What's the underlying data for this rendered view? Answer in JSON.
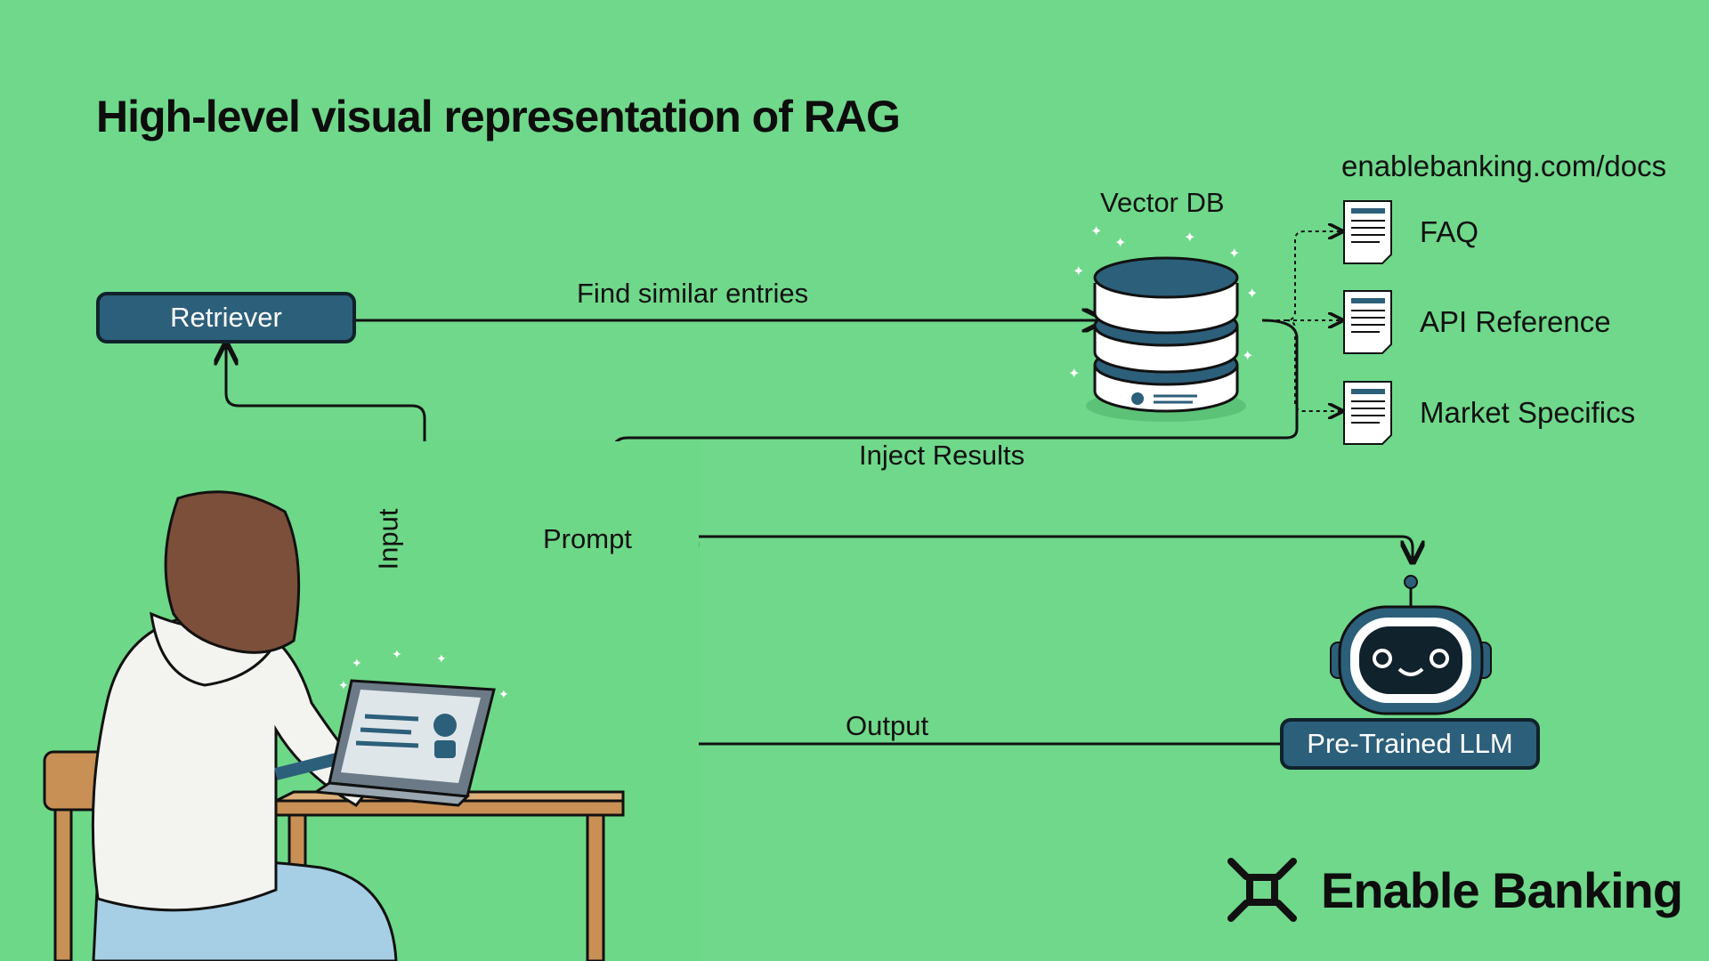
{
  "title": "High-level visual representation of RAG",
  "nodes": {
    "retriever": "Retriever",
    "vector_db": "Vector DB",
    "prompt": "Prompt",
    "llm": "Pre-Trained LLM"
  },
  "edges": {
    "find_similar": "Find similar entries",
    "inject_results": "Inject Results",
    "input": "Input",
    "output": "Output"
  },
  "docs": {
    "source": "enablebanking.com/docs",
    "items": [
      "FAQ",
      "API Reference",
      "Market Specifics"
    ]
  },
  "brand": "Enable Banking",
  "colors": {
    "background": "#6fd88a",
    "node_fill": "#2c5f7a",
    "node_border": "#10222c",
    "line": "#111111"
  }
}
